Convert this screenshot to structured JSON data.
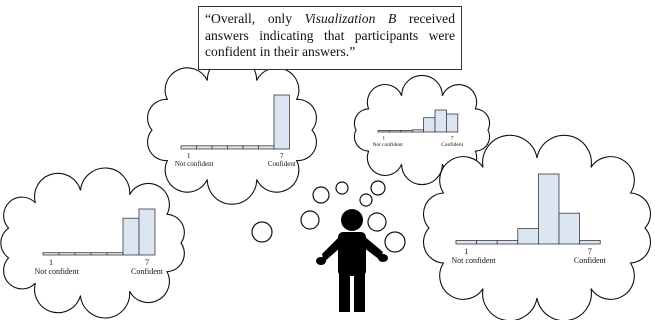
{
  "quote": {
    "part1": "“Overall, only ",
    "emph": "Visualization B",
    "part2": " received answers indicating that participants were confident in their answers.”"
  },
  "colors": {
    "bar_fill": "#dce6f2",
    "bar_stroke": "#3a3a3a",
    "outline": "#111111",
    "person": "#000000"
  },
  "icons": [
    "thought-cloud",
    "thought-bubble",
    "person-shrugging-icon"
  ],
  "chart_data": [
    {
      "type": "bar",
      "name": "cloud-bottom-left",
      "categories": [
        1,
        2,
        3,
        4,
        5,
        6,
        7
      ],
      "values": [
        0.05,
        0.05,
        0.05,
        0.05,
        0.05,
        0.8,
        1.0
      ],
      "tick_left_number": "1",
      "tick_left_label": "Not confident",
      "tick_right_number": "7",
      "tick_right_label": "Confident"
    },
    {
      "type": "bar",
      "name": "cloud-top-left",
      "categories": [
        1,
        2,
        3,
        4,
        5,
        6,
        7
      ],
      "values": [
        0.06,
        0.06,
        0.06,
        0.06,
        0.06,
        0.06,
        1.0
      ],
      "tick_left_number": "1",
      "tick_left_label": "Not confident",
      "tick_right_number": "7",
      "tick_right_label": "Confident"
    },
    {
      "type": "bar",
      "name": "cloud-top-right",
      "categories": [
        1,
        2,
        3,
        4,
        5,
        6,
        7
      ],
      "values": [
        0.05,
        0.05,
        0.05,
        0.1,
        0.65,
        1.0,
        0.82
      ],
      "tick_left_number": "1",
      "tick_left_label": "Not confident",
      "tick_right_number": "7",
      "tick_right_label": "Confident"
    },
    {
      "type": "bar",
      "name": "cloud-bottom-right",
      "categories": [
        1,
        2,
        3,
        4,
        5,
        6,
        7
      ],
      "values": [
        0.05,
        0.05,
        0.05,
        0.22,
        1.0,
        0.44,
        0.05
      ],
      "tick_left_number": "1",
      "tick_left_label": "Not confident",
      "tick_right_number": "7",
      "tick_right_label": "Confident"
    }
  ]
}
